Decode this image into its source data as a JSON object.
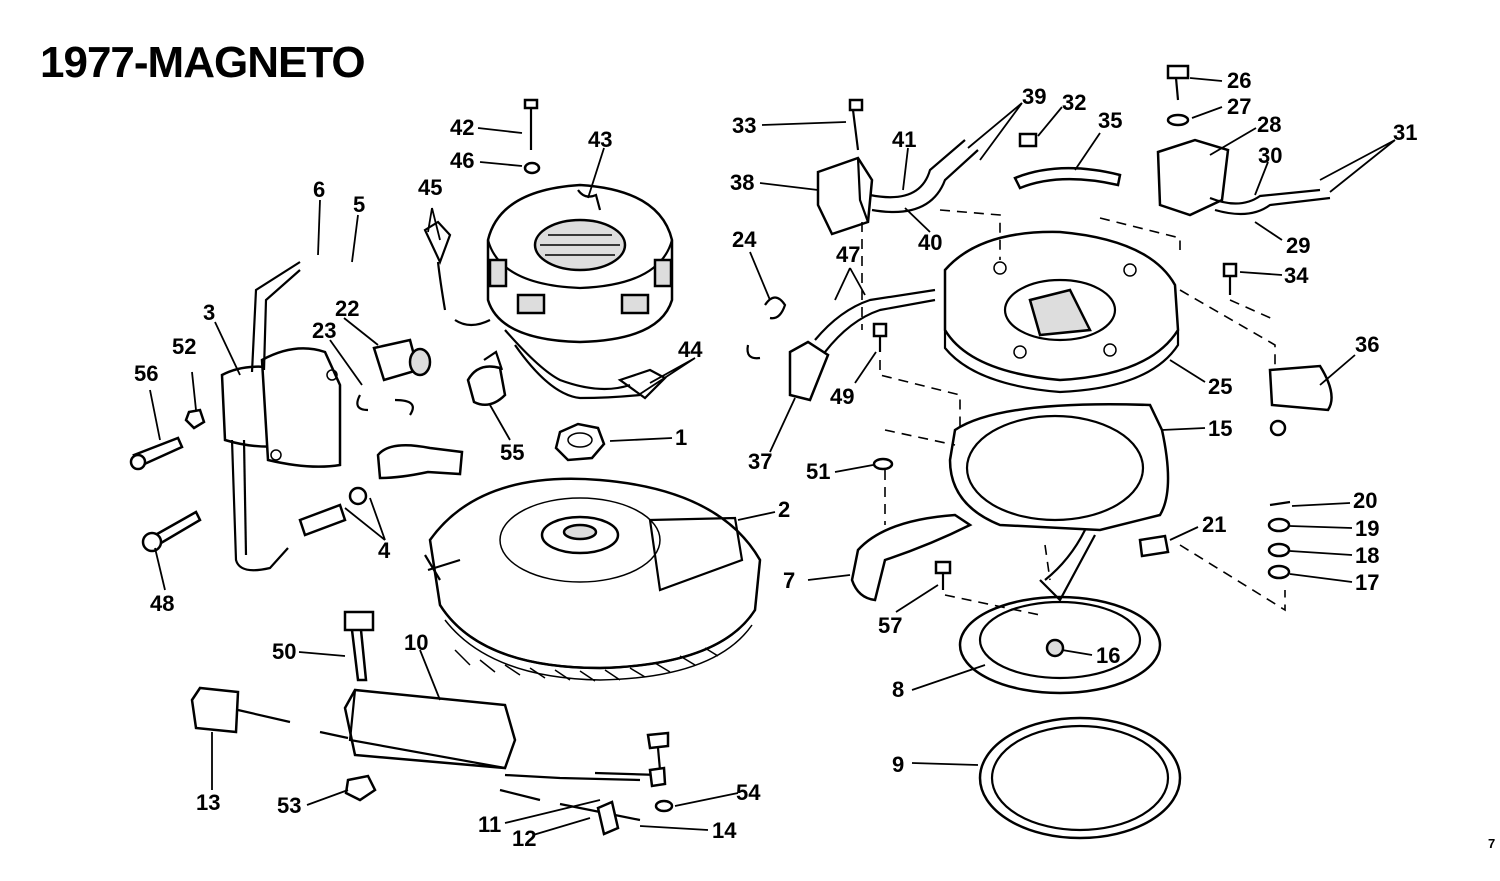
{
  "title": "1977-MAGNETO",
  "footnote": "7",
  "callouts": [
    "1",
    "2",
    "3",
    "4",
    "5",
    "6",
    "7",
    "8",
    "9",
    "10",
    "11",
    "12",
    "13",
    "14",
    "15",
    "16",
    "17",
    "18",
    "19",
    "20",
    "21",
    "22",
    "23",
    "24",
    "25",
    "26",
    "27",
    "28",
    "29",
    "30",
    "31",
    "32",
    "33",
    "34",
    "35",
    "36",
    "37",
    "38",
    "39",
    "40",
    "41",
    "42",
    "43",
    "44",
    "45",
    "46",
    "47",
    "48",
    "49",
    "50",
    "51",
    "52",
    "53",
    "54",
    "55",
    "56",
    "57"
  ]
}
